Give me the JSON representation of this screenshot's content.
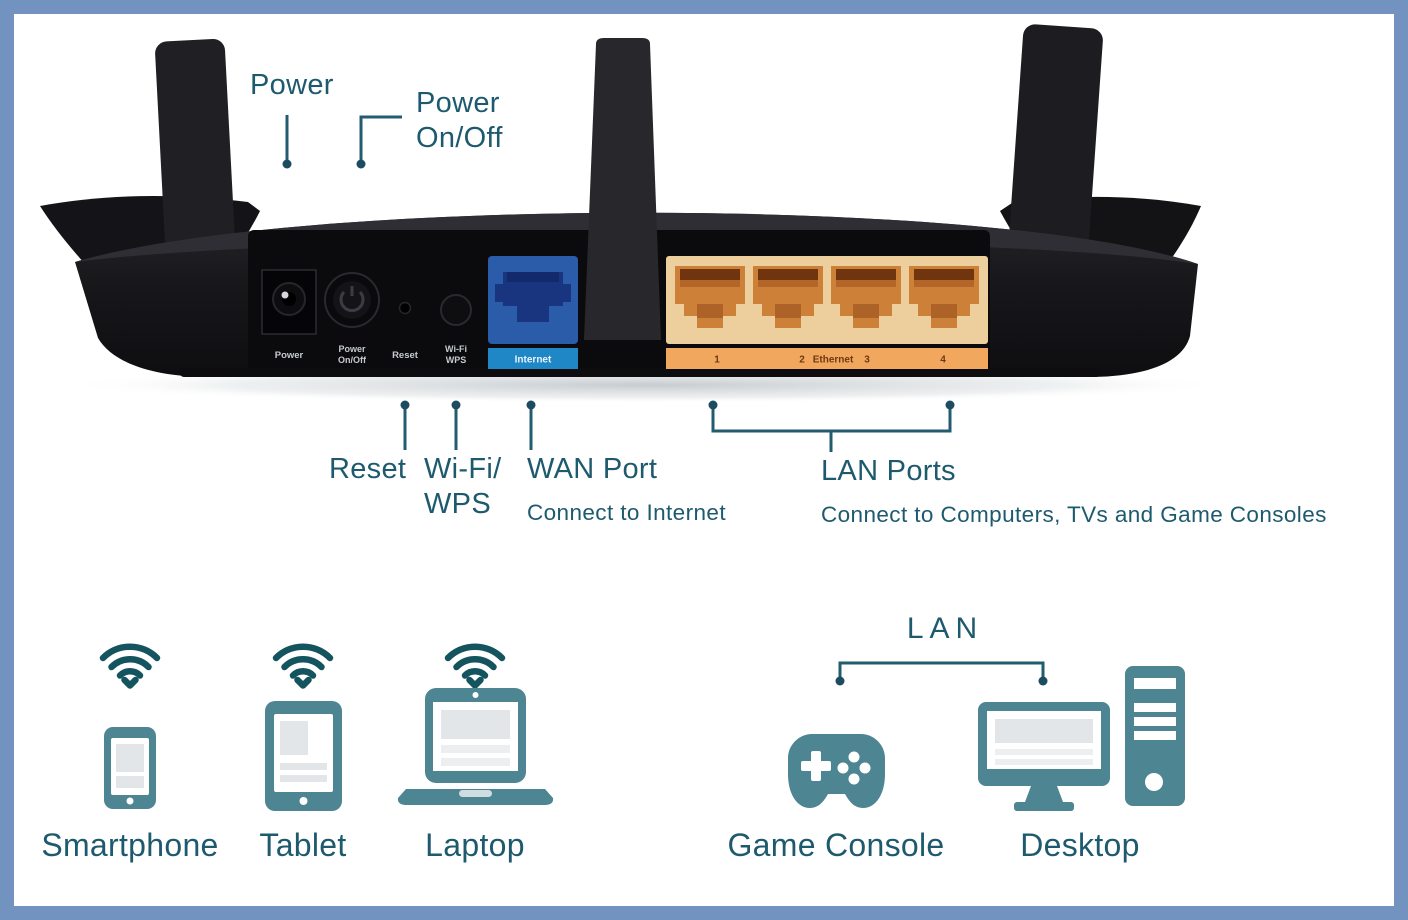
{
  "colors": {
    "frame_border": "#7292BF",
    "label_text": "#1E5A6E",
    "callout_line": "#235C70",
    "device_teal": "#4E8593",
    "wifi_teal": "#14545F",
    "wan_port_blue": "#2B5CA9",
    "wan_strip_blue": "#1F87C5",
    "lan_panel_tan": "#ECCF9D",
    "lan_port_orange": "#CD8038",
    "lan_strip_orange": "#F2A75F",
    "router_black": "#17171A"
  },
  "callouts": {
    "power": "Power",
    "power_onoff": "Power On/Off",
    "reset": "Reset",
    "wifi_wps": "Wi-Fi/ WPS",
    "wan_title": "WAN Port",
    "wan_subtitle": "Connect to Internet",
    "lan_title": "LAN Ports",
    "lan_subtitle": "Connect to Computers, TVs and Game Consoles",
    "lan_bracket": "LAN"
  },
  "router": {
    "panel_labels": {
      "power": "Power",
      "power_onoff_line1": "Power",
      "power_onoff_line2": "On/Off",
      "reset": "Reset",
      "wifi_line1": "Wi-Fi",
      "wifi_line2": "WPS",
      "internet": "Internet",
      "ethernet": "Ethernet",
      "port_numbers": [
        "1",
        "2",
        "3",
        "4"
      ]
    }
  },
  "devices": [
    {
      "label": "Smartphone",
      "wifi": true
    },
    {
      "label": "Tablet",
      "wifi": true
    },
    {
      "label": "Laptop",
      "wifi": true
    },
    {
      "label": "Game Console",
      "wifi": false
    },
    {
      "label": "Desktop",
      "wifi": false
    }
  ]
}
